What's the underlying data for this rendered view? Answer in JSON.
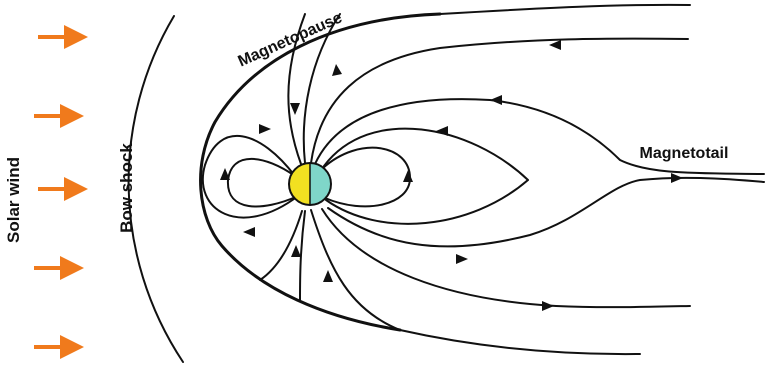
{
  "labels": {
    "solar_wind": "Solar wind",
    "bow_shock": "Bow shock",
    "magnetopause": "Magnetopause",
    "magnetotail": "Magnetotail"
  },
  "colors": {
    "wind_arrow": "#f07a1c",
    "planet_day": "#f2e021",
    "planet_night": "#7fd6c9",
    "field_line": "#111111"
  }
}
